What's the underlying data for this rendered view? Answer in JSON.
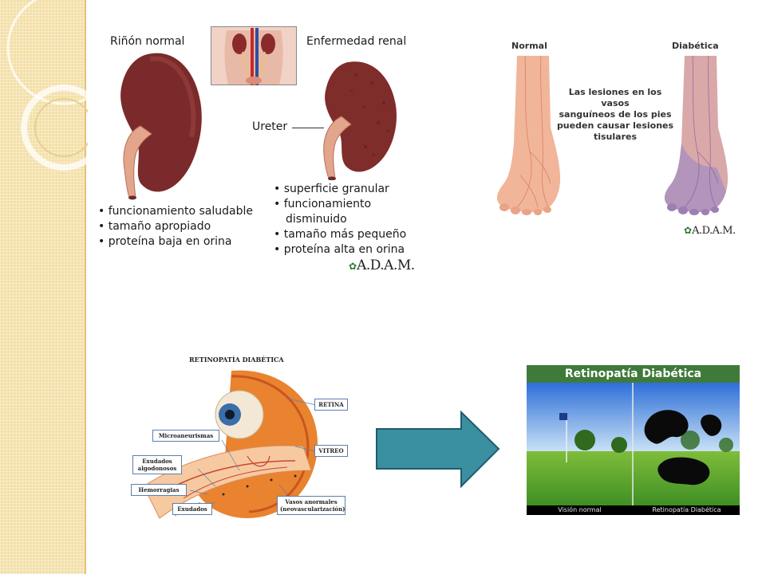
{
  "kidney": {
    "normal_title": "Riñón normal",
    "disease_title": "Enfermedad renal",
    "ureter_label": "Ureter",
    "normal_points": [
      "funcionamiento saludable",
      "tamaño apropiado",
      "proteína baja en orina"
    ],
    "disease_points": [
      "superficie granular",
      "funcionamiento",
      "disminuido",
      "tamaño más pequeño",
      "proteína alta en orina"
    ],
    "credit": "A.D.A.M."
  },
  "foot": {
    "normal_label": "Normal",
    "diabetic_label": "Diabética",
    "caption_lines": [
      "Las lesiones en los vasos",
      "sanguíneos de los pies",
      "pueden causar lesiones",
      "tisulares"
    ],
    "credit": "A.D.A.M."
  },
  "eye": {
    "title": "RETINOPATÍA DIABÉTICA",
    "labels": {
      "retina": "RETINA",
      "vitreo": "VITREO",
      "microaneurismas": "Microaneurismas",
      "exudados_algodonosos": [
        "Exudados",
        "algodonosos"
      ],
      "hemorragias": "Hemorragias",
      "exudados": "Exudados",
      "vasos": [
        "Vasos anormales",
        "(neovascularización)"
      ]
    }
  },
  "vision": {
    "title": "Retinopatía Diabética",
    "left_caption": "Visión normal",
    "right_caption": "Retinopatía Diabética"
  },
  "colors": {
    "sidebar": "#f3dfa6",
    "arrow_fill": "#3a8fa0",
    "arrow_stroke": "#1f5d6b",
    "kidney": "#7a2a2a",
    "vision_header": "#3f7a3a"
  }
}
